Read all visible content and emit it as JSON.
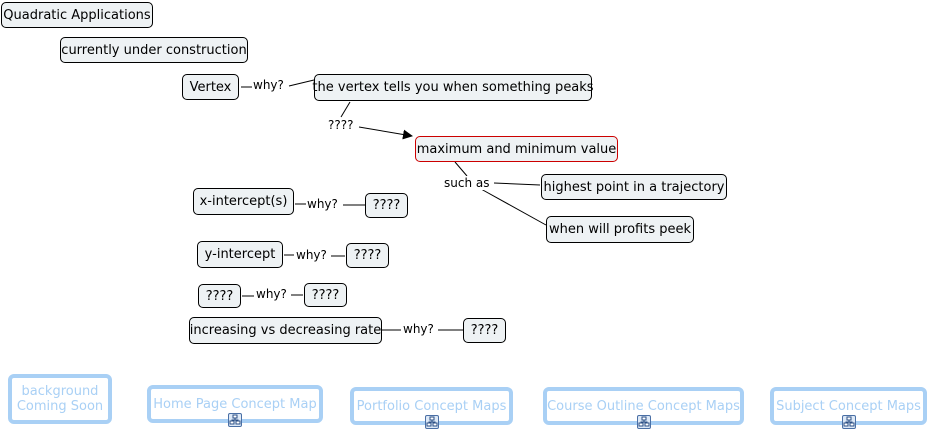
{
  "title": "Quadratic Applications",
  "status": "currently under construction",
  "nodes": {
    "vertex": "Vertex",
    "vertex_desc": "the vertex tells you when something peaks",
    "max_min": "maximum and minimum value",
    "highest_point": "highest point in a trajectory",
    "profits": "when will profits peek",
    "x_intercept": "x-intercept(s)",
    "x_answer": "????",
    "y_intercept": "y-intercept",
    "y_answer": "????",
    "unknown_concept": "????",
    "unknown_answer": "????",
    "rate": "increasing vs decreasing rate",
    "rate_answer": "????"
  },
  "links": {
    "why1": "why?",
    "q1": "????",
    "such_as": "such as",
    "why2": "why?",
    "why3": "why?",
    "why4": "why?",
    "why5": "why?"
  },
  "nav": {
    "background": "background Coming Soon",
    "home": "Home Page Concept Map",
    "portfolio": "Portfolio Concept Maps",
    "course": "Course Outline Concept Maps",
    "subject": "Subject Concept Maps"
  },
  "colors": {
    "node_fill": "#eef2f4",
    "node_border": "#000000",
    "highlight_border": "#cc0000",
    "nav_color": "#a9d0f5"
  },
  "icons": [
    "concept-map-icon"
  ]
}
